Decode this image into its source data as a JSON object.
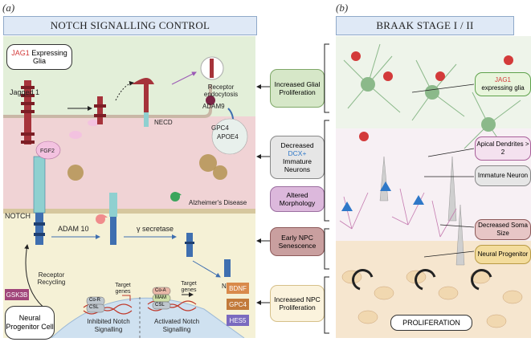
{
  "panel_a_label": "(a)",
  "panel_b_label": "(b)",
  "panel_a_title": "NOTCH SIGNALLING CONTROL",
  "panel_b_title": "BRAAK STAGE I / II",
  "jag1_box": {
    "gene": "JAG1",
    "line1": " Expressing",
    "line2": "Glia"
  },
  "labels": {
    "jagged1": "Jagged 1",
    "fgf2": "FGF2",
    "receptor_endocytosis": "Receptor endocytosis",
    "adam9": "ADAM9",
    "necd": "NECD",
    "gpc4": "GPC4",
    "apoe4": "APOE4",
    "alzheimers": "Alzheimer's Disease",
    "notch": "NOTCH",
    "adam10": "ADAM 10",
    "gamma_secretase": "γ secretase",
    "nicd": "NICD",
    "receptor_recycling": "Receptor Recycling",
    "target_genes_1": "Target genes",
    "target_genes_2": "Target genes",
    "cor": "Co-R",
    "csl_1": "CSL",
    "coa": "Co-A",
    "mam": "MAM",
    "csl_2": "CSL",
    "inhibited": "Inhibited Notch Signalling",
    "activated": "Activated Notch Signalling",
    "gsk3b": "GSK3B",
    "neural_progenitor_cell": "Neural Progenitor Cell",
    "bdnf": "BDNF",
    "gpc4_box": "GPC4",
    "hes5": "HES5"
  },
  "middle_boxes": {
    "glial": "Increased Glial Proliferation",
    "dcx_pre": "Decreased",
    "dcx_mid": "DCX+",
    "dcx_post": "Immature Neurons",
    "morph": "Altered Morphology",
    "npc_sen": "Early NPC Senescence",
    "npc_prolif": "Increased NPC Proliferation"
  },
  "right_labels": {
    "jag1_gene": "JAG1",
    "jag1_rest": "expressing glia",
    "apical": "Apical Dendrites > 2",
    "immature": "Immature Neuron",
    "soma": "Decreased Soma Size",
    "progenitor": "Neural Progenitor",
    "proliferation": "PROLIFERATION"
  },
  "colors": {
    "green_zone": "#e3efd9",
    "pink_zone": "#f0d3d5",
    "yellow_zone": "#f5f1d6",
    "receptor_red": "#a6333b",
    "notch_blue": "#3f6fb0",
    "glia_green": "#8bb98a",
    "neuron_blue": "#2f78c8",
    "jag1_red": "#d33a3a"
  }
}
